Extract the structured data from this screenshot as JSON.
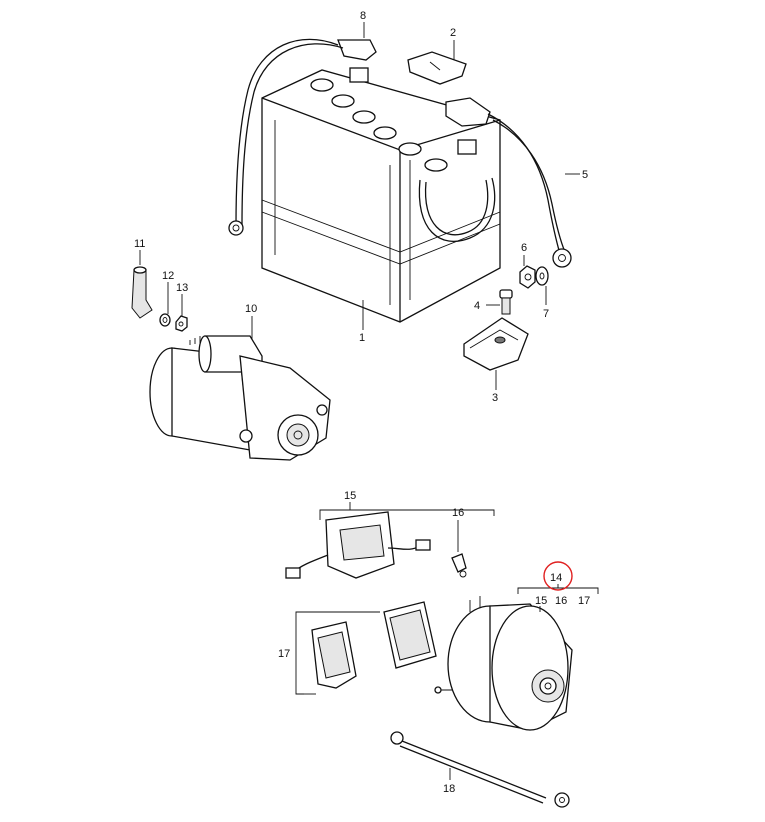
{
  "callouts": [
    {
      "key": "c1",
      "label": "1"
    },
    {
      "key": "c2",
      "label": "2"
    },
    {
      "key": "c3",
      "label": "3"
    },
    {
      "key": "c4",
      "label": "4"
    },
    {
      "key": "c5",
      "label": "5"
    },
    {
      "key": "c6",
      "label": "6"
    },
    {
      "key": "c7",
      "label": "7"
    },
    {
      "key": "c8",
      "label": "8"
    },
    {
      "key": "c10",
      "label": "10"
    },
    {
      "key": "c11",
      "label": "11"
    },
    {
      "key": "c12",
      "label": "12"
    },
    {
      "key": "c13",
      "label": "13"
    },
    {
      "key": "c15a",
      "label": "15"
    },
    {
      "key": "c16a",
      "label": "16"
    },
    {
      "key": "c14",
      "label": "14"
    },
    {
      "key": "c15b",
      "label": "15"
    },
    {
      "key": "c16b",
      "label": "16"
    },
    {
      "key": "c17a",
      "label": "17"
    },
    {
      "key": "c17b",
      "label": "17"
    },
    {
      "key": "c18",
      "label": "18"
    }
  ],
  "highlight": {
    "label": "14",
    "color": "#e02020"
  },
  "colors": {
    "ink": "#111111",
    "background": "#ffffff"
  }
}
